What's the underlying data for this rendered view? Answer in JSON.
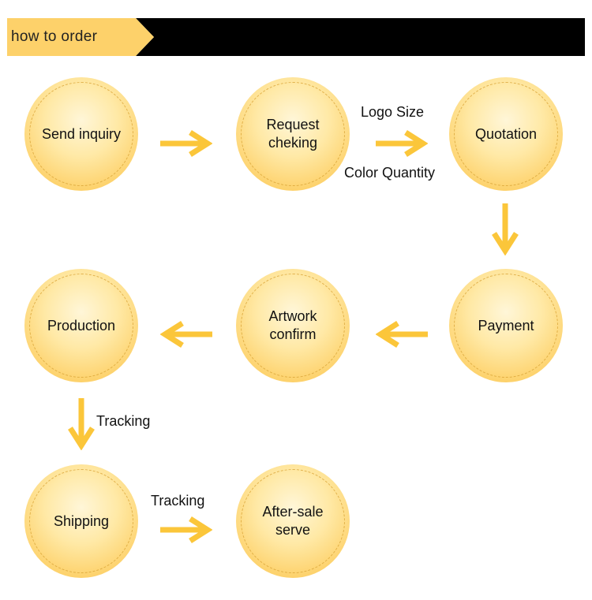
{
  "header": {
    "title": "how to order"
  },
  "colors": {
    "accent": "#fdd16a",
    "arrow": "#fbc63a",
    "banner": "#000000"
  },
  "steps": [
    {
      "label": "Send inquiry"
    },
    {
      "label": "Request\ncheking"
    },
    {
      "label": "Quotation"
    },
    {
      "label": "Payment"
    },
    {
      "label": "Artwork\nconfirm"
    },
    {
      "label": "Production"
    },
    {
      "label": "Shipping"
    },
    {
      "label": "After-sale\nserve"
    }
  ],
  "notes": {
    "logo_size": "Logo Size",
    "color_quantity": "Color Quantity",
    "tracking_production": "Tracking",
    "tracking_shipping": "Tracking"
  }
}
